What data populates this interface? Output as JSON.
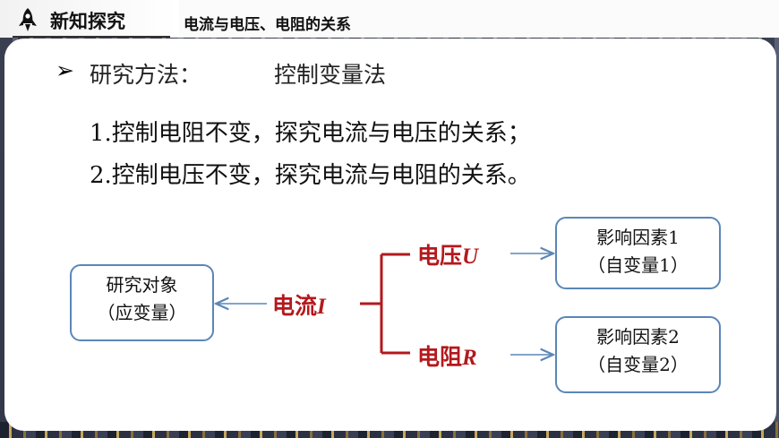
{
  "header": {
    "section_title": "新知探究",
    "lesson_title": "电流与电压、电阻的关系",
    "icon": "rocket-icon"
  },
  "content": {
    "method_arrow": "➢",
    "method_label": "研究方法：",
    "method_value": "控制变量法",
    "items": [
      "1.控制电阻不变，探究电流与电压的关系；",
      "2.控制电压不变，探究电流与电阻的关系。"
    ]
  },
  "diagram": {
    "object_box": {
      "line1": "研究对象",
      "line2": "（应变量）"
    },
    "current_label": {
      "text": "电流",
      "symbol": "I"
    },
    "voltage_label": {
      "text": "电压",
      "symbol": "U"
    },
    "resistance_label": {
      "text": "电阻",
      "symbol": "R"
    },
    "factor1_box": {
      "line1": "影响因素1",
      "line2": "（自变量1）"
    },
    "factor2_box": {
      "line1": "影响因素2",
      "line2": "（自变量2）"
    }
  },
  "colors": {
    "accent_red": "#b3191d",
    "box_border": "#5a86b8",
    "arrow_blue": "#5a86b8"
  }
}
